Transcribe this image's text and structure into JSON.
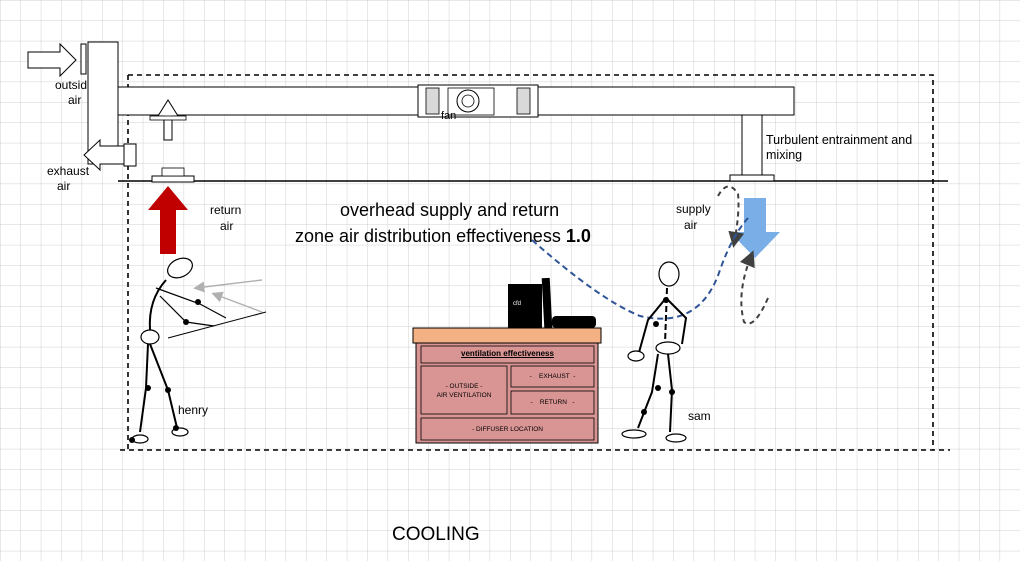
{
  "labels": {
    "outside_air_1": "outsid",
    "outside_air_2": "air",
    "exhaust_air_1": "exhaust",
    "exhaust_air_2": "air",
    "fan": "fan",
    "turbulent": "Turbulent entrainment and mixing",
    "return_air_1": "return",
    "return_air_2": "air",
    "supply_air_1": "supply",
    "supply_air_2": "air",
    "henry": "henry",
    "sam": "sam",
    "cfd": "cfd"
  },
  "title": {
    "line1": "overhead supply and return",
    "line2_prefix": "zone air distribution effectiveness ",
    "line2_value": "1.0"
  },
  "footer": {
    "mode": "COOLING"
  },
  "cabinet": {
    "header": "ventilation effectiveness",
    "outside_air": "- OUTSIDE  -\nAIR VENTILATION",
    "exhaust": "-    EXHAUST  -",
    "return": "-    RETURN   -",
    "diffuser": "- DIFFUSER LOCATION"
  },
  "colors": {
    "return_arrow": "#c00000",
    "supply_arrow": "#7aaee6",
    "air_path": "#2f5597",
    "cabinet_fill": "#d99594",
    "cabinet_top": "#f4b183",
    "grid": "#d0d0d0"
  }
}
